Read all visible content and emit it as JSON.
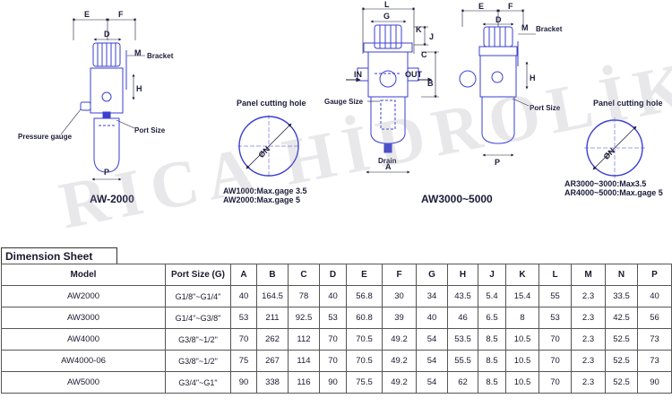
{
  "drawing": {
    "aw2000": {
      "model_caption": "AW-2000",
      "dim_labels": [
        "E",
        "F",
        "D",
        "M",
        "H",
        "P"
      ],
      "bracket_label": "Bracket",
      "port_size_label": "Port Size",
      "pressure_gauge_label": "Pressure gauge"
    },
    "panel_left": {
      "title": "Panel cutting hole",
      "dia_label": "ØN",
      "note1": "AW1000:Max.gage 3.5",
      "note2": "AW2000:Max.gage 5"
    },
    "aw3000": {
      "dim_labels": [
        "L",
        "G",
        "K",
        "J",
        "C",
        "B",
        "A"
      ],
      "in_label": "IN",
      "out_label": "OUT",
      "gauge_size_label": "Gauge Size",
      "drain_label": "Drain",
      "model_caption": "AW3000~5000"
    },
    "aw3000_side": {
      "dim_labels": [
        "E",
        "F",
        "D",
        "M",
        "H",
        "P"
      ],
      "bracket_label": "Bracket",
      "port_size_label": "Port Size"
    },
    "panel_right": {
      "title": "Panel cutting hole",
      "dia_label": "ØN",
      "note1": "AR3000~3000:Max3.5",
      "note2": "AR4000~5000:Max.gage 5"
    },
    "watermark": "RICA HİDROLİK"
  },
  "dimension_sheet": {
    "title": "Dimension Sheet",
    "columns": [
      "Model",
      "Port Size (G)",
      "A",
      "B",
      "C",
      "D",
      "E",
      "F",
      "G",
      "H",
      "J",
      "K",
      "L",
      "M",
      "N",
      "P"
    ],
    "rows": [
      [
        "AW2000",
        "G1/8\"~G1/4\"",
        "40",
        "164.5",
        "78",
        "40",
        "56.8",
        "30",
        "34",
        "43.5",
        "5.4",
        "15.4",
        "55",
        "2.3",
        "33.5",
        "40"
      ],
      [
        "AW3000",
        "G1/4\"~G3/8\"",
        "53",
        "211",
        "92.5",
        "53",
        "60.8",
        "39",
        "40",
        "46",
        "6.5",
        "8",
        "53",
        "2.3",
        "42.5",
        "56"
      ],
      [
        "AW4000",
        "G3/8\"~1/2\"",
        "70",
        "262",
        "112",
        "70",
        "70.5",
        "49.2",
        "54",
        "53.5",
        "8.5",
        "10.5",
        "70",
        "2.3",
        "52.5",
        "73"
      ],
      [
        "AW4000-06",
        "G3/8\"~1/2\"",
        "75",
        "267",
        "114",
        "70",
        "70.5",
        "49.2",
        "54",
        "55.5",
        "8.5",
        "10.5",
        "70",
        "2.3",
        "52.5",
        "73"
      ],
      [
        "AW5000",
        "G3/4\"~G1\"",
        "90",
        "338",
        "116",
        "90",
        "75.5",
        "49.2",
        "54",
        "62",
        "8.5",
        "10.5",
        "70",
        "2.3",
        "52.5",
        "90"
      ]
    ]
  },
  "colors": {
    "drawing_blue": "#3a3fd0",
    "line_dark": "#1b1b3a",
    "table_border": "#555555"
  }
}
